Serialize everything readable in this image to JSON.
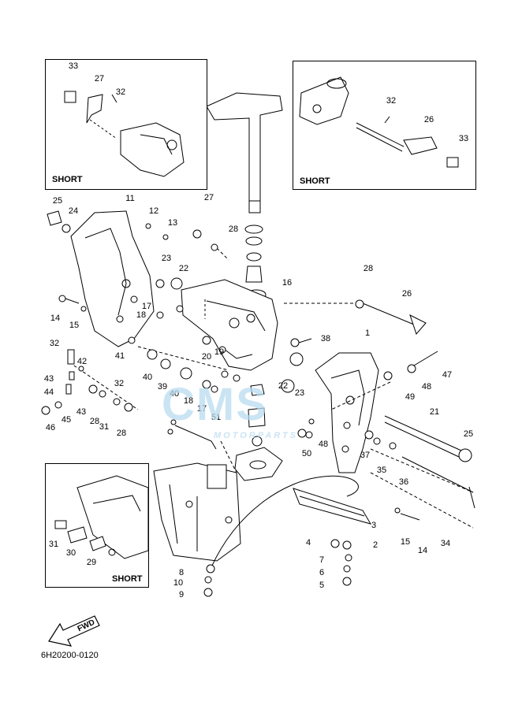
{
  "diagram": {
    "part_code": "6H20200-0120",
    "direction_label": "FWD",
    "watermark": {
      "brand": "CMS",
      "sub": "MOTORPARTS"
    },
    "insets": [
      {
        "id": "inset-top-left",
        "tag": "SHORT",
        "callouts": [
          "33",
          "27",
          "32"
        ]
      },
      {
        "id": "inset-top-right",
        "tag": "SHORT",
        "callouts": [
          "32",
          "26",
          "33"
        ]
      },
      {
        "id": "inset-bottom-left",
        "tag": "SHORT",
        "callouts": [
          "31",
          "30",
          "29"
        ]
      }
    ],
    "callouts": [
      "1",
      "2",
      "3",
      "4",
      "5",
      "6",
      "7",
      "8",
      "9",
      "10",
      "11",
      "12",
      "13",
      "14",
      "14",
      "15",
      "15",
      "16",
      "17",
      "17",
      "18",
      "18",
      "19",
      "20",
      "21",
      "22",
      "22",
      "23",
      "23",
      "24",
      "25",
      "25",
      "26",
      "27",
      "28",
      "28",
      "28",
      "28",
      "29",
      "30",
      "31",
      "32",
      "32",
      "33",
      "34",
      "35",
      "36",
      "37",
      "38",
      "39",
      "40",
      "40",
      "41",
      "42",
      "43",
      "43",
      "44",
      "45",
      "46",
      "47",
      "48",
      "48",
      "49",
      "50",
      "51"
    ]
  }
}
